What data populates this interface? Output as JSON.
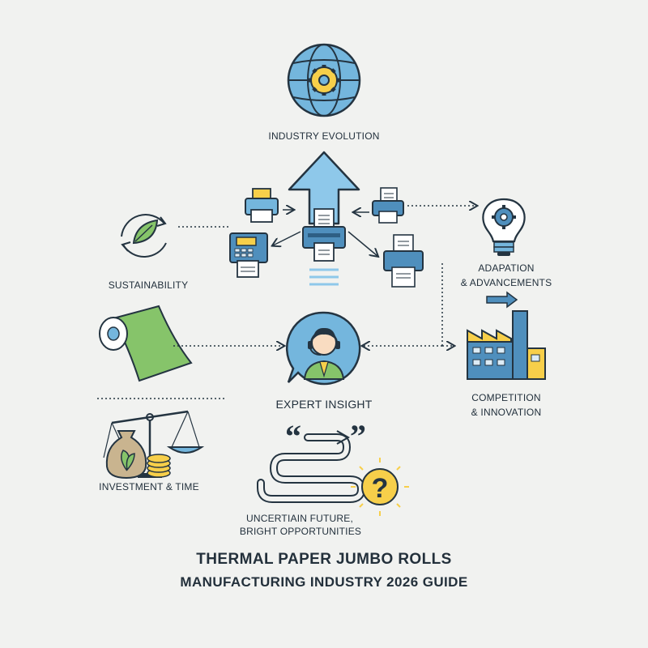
{
  "labels": {
    "industry_evolution": "INDUSTRY EVOLUTION",
    "sustainability": "SUSTAINABILITY",
    "adaptation_line1": "ADAPATION",
    "adaptation_line2": "& ADVANCEMENTS",
    "expert_insight": "EXPERT INSIGHT",
    "competition_line1": "COMPETITION",
    "competition_line2": "& INNOVATION",
    "investment": "INVESTMENT & TIME",
    "future_line1": "UNCERTIAIN FUTURE,",
    "future_line2": "BRIGHT OPPORTUNITIES"
  },
  "title": {
    "line1": "THERMAL PAPER JUMBO ROLLS",
    "line2": "MANUFACTURING INDUSTRY 2026 GUIDE"
  },
  "quote_marks": {
    "open": "“",
    "close": "”"
  },
  "question_mark": "?",
  "icons": [
    "globe-gear-icon",
    "recycle-leaf-icon",
    "arrow-up-icon",
    "receipt-printer-icon",
    "pos-terminal-icon",
    "lightbulb-gear-icon",
    "paper-roll-icon",
    "headset-agent-icon",
    "factory-icon",
    "balance-scale-icon",
    "money-bag-icon",
    "coins-icon",
    "winding-path-icon",
    "question-bulb-icon",
    "right-arrow-icon"
  ],
  "colors": {
    "blue": "#74b6dd",
    "blue_dark": "#4f8fbd",
    "green": "#86c46a",
    "yellow": "#f7cf4a",
    "outline": "#243441",
    "background": "#f1f2f0"
  }
}
